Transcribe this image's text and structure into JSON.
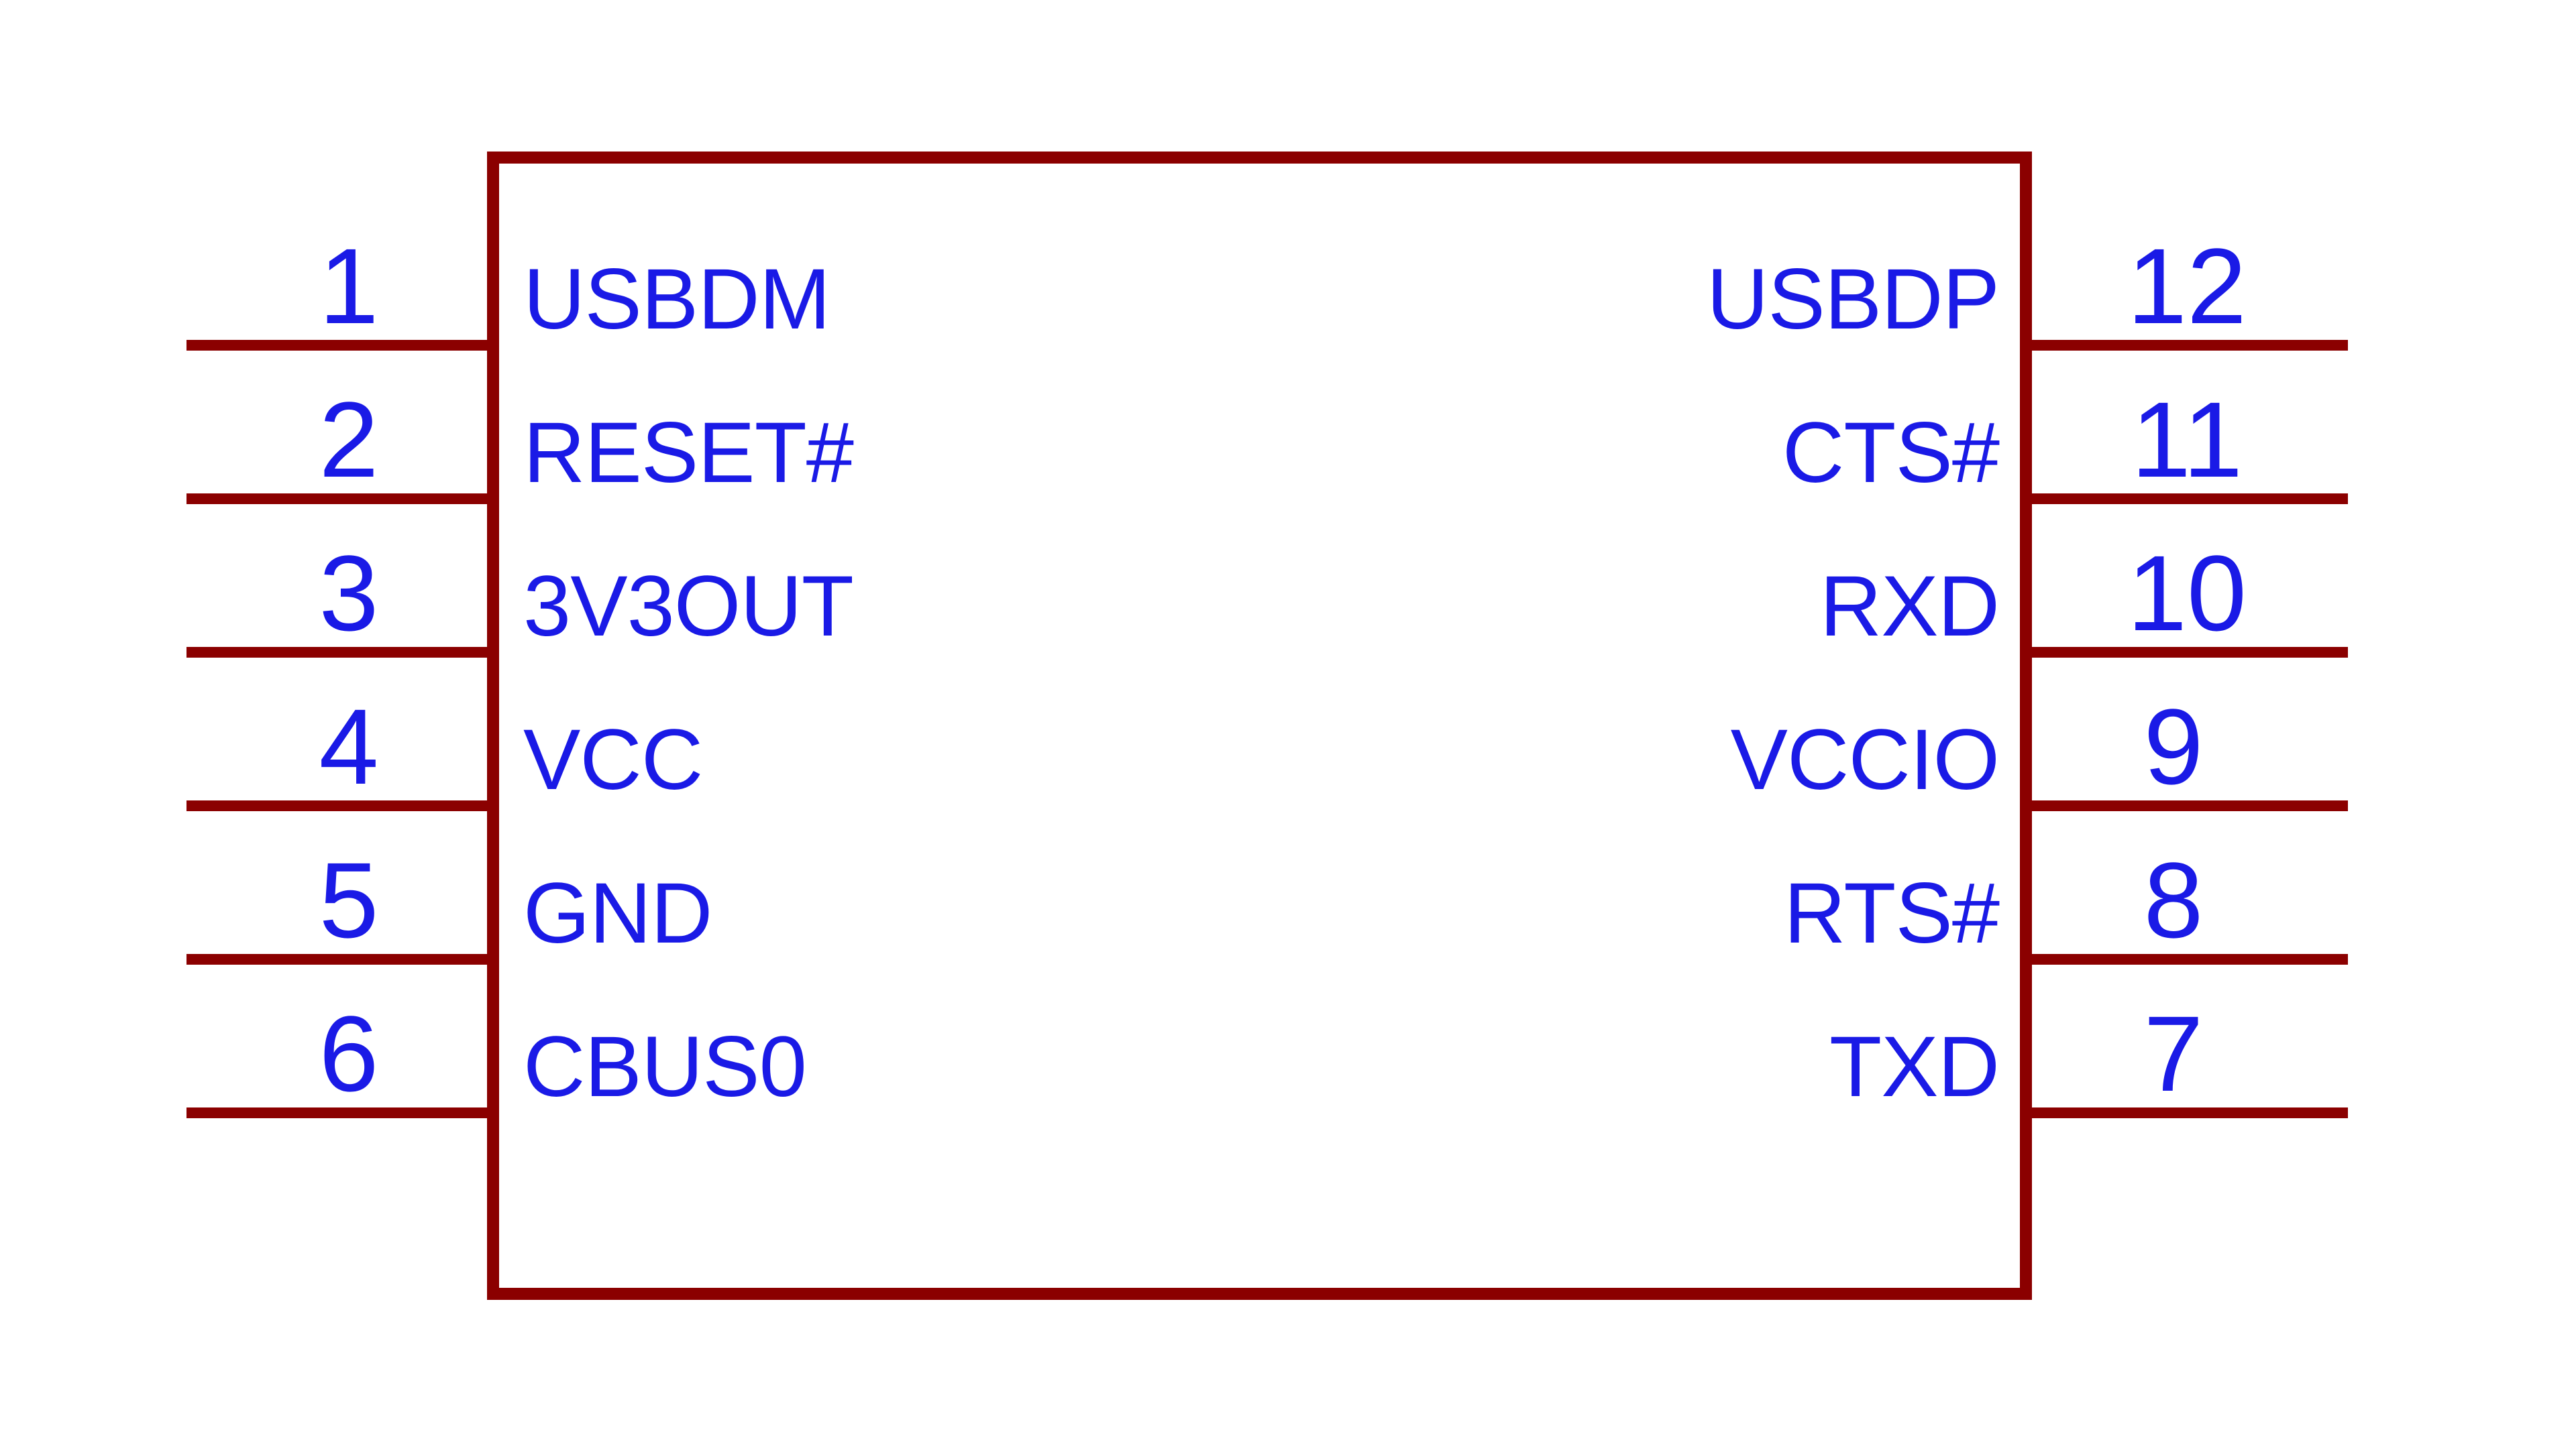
{
  "symbol": {
    "kind": "ic-schematic-symbol",
    "background_color": "#FFFFFF",
    "body_outline_color": "#8B0000",
    "pin_line_color": "#8B0000",
    "pin_label_color": "#1A1AE6",
    "pin_number_color": "#1A1AE6",
    "body_fill_color": "#FFFFFF",
    "body_stroke_width": "18",
    "pin_stroke_width": "16"
  },
  "pins": {
    "left": [
      {
        "number": "1",
        "label": "USBDM"
      },
      {
        "number": "2",
        "label": "RESET#"
      },
      {
        "number": "3",
        "label": "3V3OUT"
      },
      {
        "number": "4",
        "label": "VCC"
      },
      {
        "number": "5",
        "label": "GND"
      },
      {
        "number": "6",
        "label": "CBUS0"
      }
    ],
    "right": [
      {
        "number": "12",
        "label": "USBDP"
      },
      {
        "number": "11",
        "label": "CTS#"
      },
      {
        "number": "10",
        "label": "RXD"
      },
      {
        "number": "9",
        "label": "VCCIO"
      },
      {
        "number": "8",
        "label": "RTS#"
      },
      {
        "number": "7",
        "label": "TXD"
      }
    ]
  }
}
